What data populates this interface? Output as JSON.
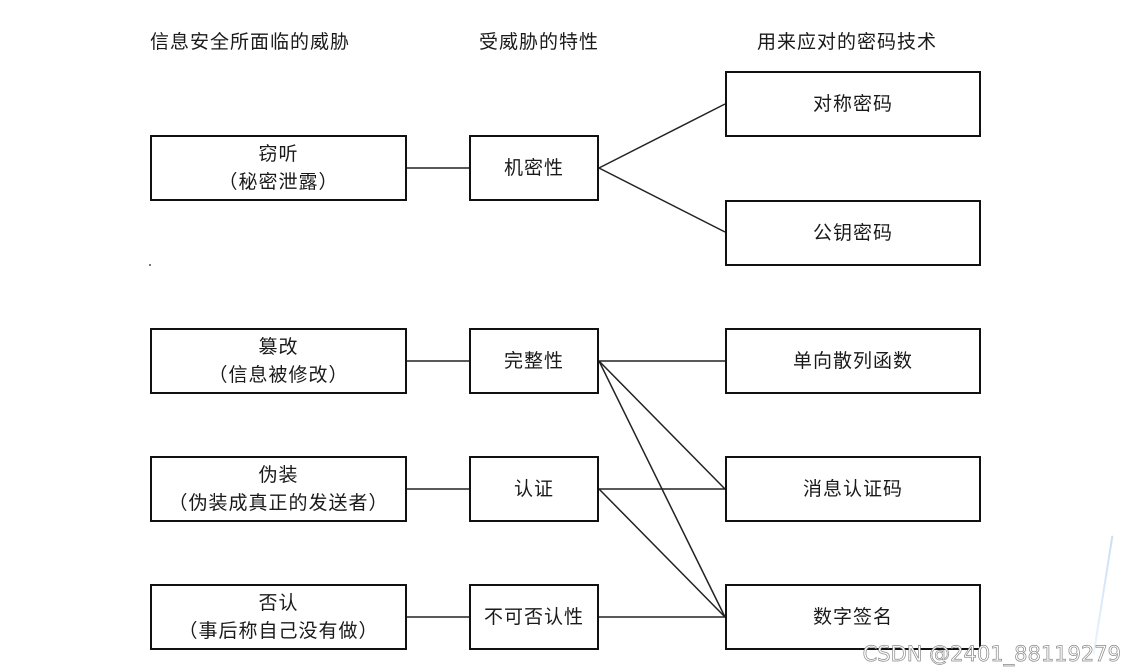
{
  "headers": {
    "threat": "信息安全所面临的威胁",
    "property": "受威胁的特性",
    "technology": "用来应对的密码技术"
  },
  "threats": [
    {
      "title": "窃听",
      "detail": "（秘密泄露）"
    },
    {
      "title": "篡改",
      "detail": "（信息被修改）"
    },
    {
      "title": "伪装",
      "detail": "（伪装成真正的发送者）"
    },
    {
      "title": "否认",
      "detail": "（事后称自己没有做）"
    }
  ],
  "properties": [
    "机密性",
    "完整性",
    "认证",
    "不可否认性"
  ],
  "technologies": [
    "对称密码",
    "公钥密码",
    "单向散列函数",
    "消息认证码",
    "数字签名"
  ],
  "watermark": "CSDN @2401_88119279"
}
